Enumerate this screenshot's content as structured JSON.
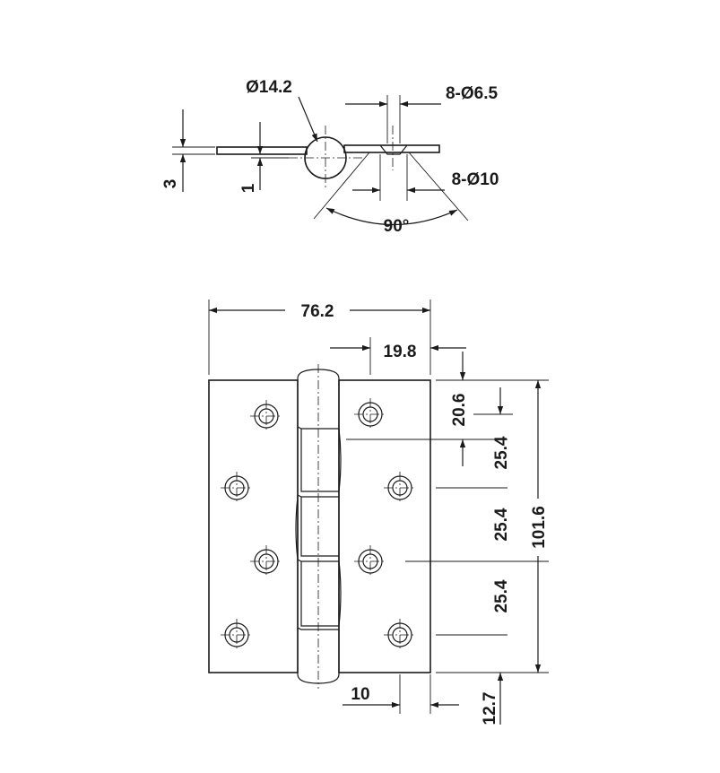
{
  "side_view": {
    "knuckle_diameter": "Ø14.2",
    "screw_hole": "8-Ø6.5",
    "countersink": "8-Ø10",
    "leaf_thickness": "3",
    "offset": "1",
    "opening_angle": "90°"
  },
  "front_view": {
    "overall_width": "76.2",
    "hole_offset_from_knuckle": "19.8",
    "first_hole_from_top": "20.6",
    "hole_spacing_1": "25.4",
    "hole_spacing_2": "25.4",
    "hole_spacing_3": "25.4",
    "overall_height": "101.6",
    "hole_offset_from_edge": "10",
    "bottom_offset": "12.7"
  }
}
